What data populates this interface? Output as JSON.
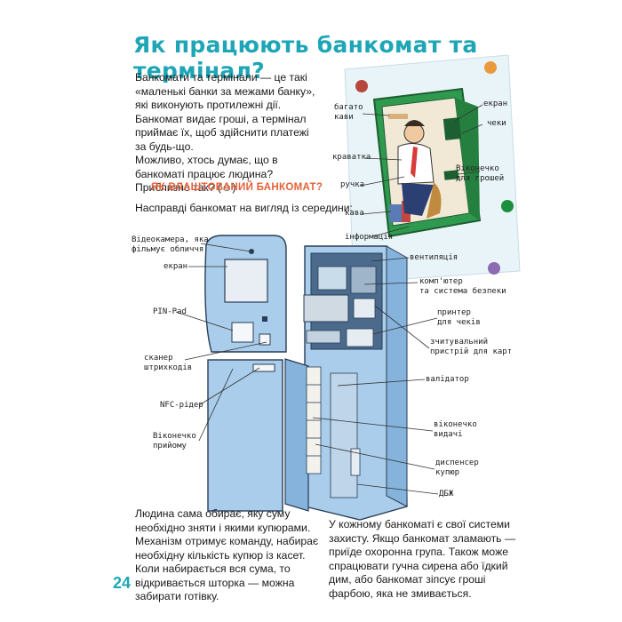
{
  "title": "Як працюють банкомат та термінал?",
  "intro": {
    "p1": "Банкомати та термінали — це такі «маленькі банки за межами банку», які виконують протилежні дії. Банкомат видає гроші, а термінал приймає їх, щоб здійснити платежі за будь-що.",
    "p2": "Можливо, хтось думає, що в банкоматі працює людина?",
    "p3": "Приблизно так? (☺)"
  },
  "terminal_labels": {
    "bahato_kavy": "багато\nкави",
    "kravatka": "краватка",
    "ruchka": "ручка",
    "kava": "кава",
    "informatsiia": "інформація",
    "ekran": "екран",
    "cheky": "чеки",
    "vikonechko": "Віконечко\nдля грошей"
  },
  "subheading": "ЯК ВЛАШТОВАНИЙ БАНКОМАТ?",
  "lead": "Насправді банкомат на вигляд із середини:",
  "atm_labels_left": {
    "videokamera": "Відеокамера, яка\nфільмує обличчя",
    "ekran": "екран",
    "pinpad": "PIN-Pad",
    "skaner": "сканер\nштрихкодів",
    "nfc": "NFC-рідер",
    "pryiom": "Віконечко\nприйому"
  },
  "atm_labels_right": {
    "ventyliatsiia": "вентиляція",
    "kompiuter": "комп'ютер\nта система безпеки",
    "pryntér": "принтер\nдля чеків",
    "zchytuvalnyi": "зчитувальний\nпристрій для карт",
    "validator": "валідатор",
    "vydachi": "віконечко\nвидачі",
    "dyspenser": "диспенсер\nкупюр",
    "dbzh": "ДБЖ"
  },
  "bottom_left": "Людина сама обирає, яку суму необхідно зняти і якими купюрами. Механізм отримує команду, набирає необхідну кількість купюр із касет. Коли набирається вся сума, то відкривається шторка — можна забирати готівку.",
  "bottom_right": "У кожному банкоматі є свої системи захисту. Якщо банкомат зламають — приїде охоронна група. Також може спрацювати гучна сирена або їдкий дим, або банкомат зіпсує гроші фарбою, яка не змивається.",
  "page_number": "24",
  "colors": {
    "accent": "#1ea6b7",
    "subhead": "#e5603a",
    "atm_blue": "#a9cdea",
    "terminal_green": "#2f9a4f",
    "sticker_bg": "#e7f3f7"
  },
  "icons": {
    "smile": "smile-icon",
    "pins": [
      "red-pin-icon",
      "orange-pin-icon",
      "green-pin-icon",
      "purple-pin-icon"
    ]
  }
}
